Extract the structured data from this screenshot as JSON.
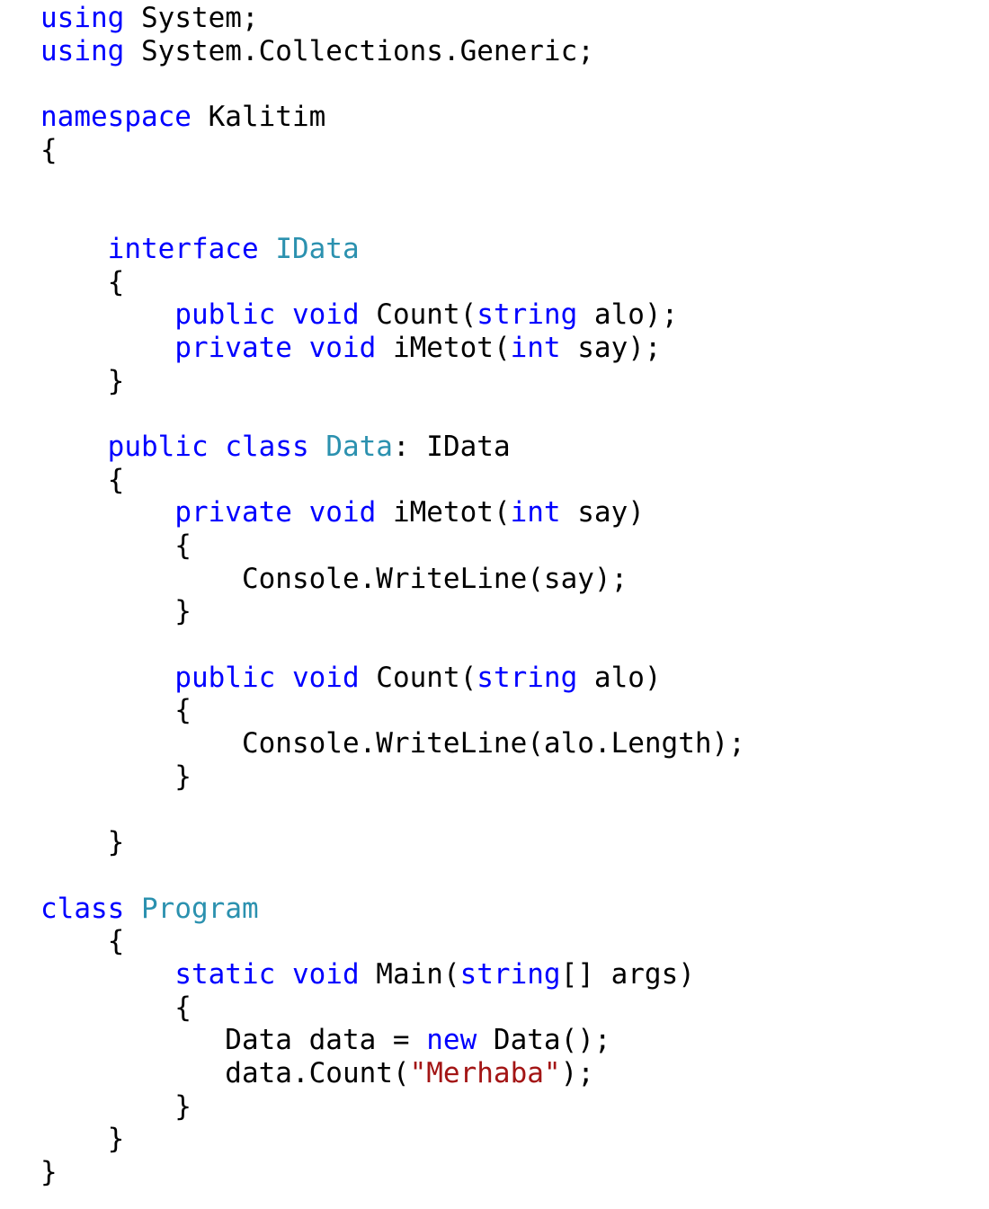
{
  "colors": {
    "keyword": "#0000ff",
    "type": "#2b91af",
    "string": "#a31515",
    "plain": "#000000"
  },
  "code_lines": [
    [
      [
        "k",
        "using"
      ],
      [
        "p",
        " System;"
      ]
    ],
    [
      [
        "k",
        "using"
      ],
      [
        "p",
        " System.Collections.Generic;"
      ]
    ],
    [],
    [
      [
        "k",
        "namespace"
      ],
      [
        "p",
        " Kalitim"
      ]
    ],
    [
      [
        "p",
        "{"
      ]
    ],
    [],
    [],
    [
      [
        "p",
        "    "
      ],
      [
        "k",
        "interface"
      ],
      [
        "p",
        " "
      ],
      [
        "t",
        "IData"
      ]
    ],
    [
      [
        "p",
        "    {"
      ]
    ],
    [
      [
        "p",
        "        "
      ],
      [
        "k",
        "public"
      ],
      [
        "p",
        " "
      ],
      [
        "k",
        "void"
      ],
      [
        "p",
        " Count("
      ],
      [
        "k",
        "string"
      ],
      [
        "p",
        " alo);"
      ]
    ],
    [
      [
        "p",
        "        "
      ],
      [
        "k",
        "private"
      ],
      [
        "p",
        " "
      ],
      [
        "k",
        "void"
      ],
      [
        "p",
        " iMetot("
      ],
      [
        "k",
        "int"
      ],
      [
        "p",
        " say);"
      ]
    ],
    [
      [
        "p",
        "    }"
      ]
    ],
    [],
    [
      [
        "p",
        "    "
      ],
      [
        "k",
        "public"
      ],
      [
        "p",
        " "
      ],
      [
        "k",
        "class"
      ],
      [
        "p",
        " "
      ],
      [
        "t",
        "Data"
      ],
      [
        "p",
        ": IData"
      ]
    ],
    [
      [
        "p",
        "    {"
      ]
    ],
    [
      [
        "p",
        "        "
      ],
      [
        "k",
        "private"
      ],
      [
        "p",
        " "
      ],
      [
        "k",
        "void"
      ],
      [
        "p",
        " iMetot("
      ],
      [
        "k",
        "int"
      ],
      [
        "p",
        " say)"
      ]
    ],
    [
      [
        "p",
        "        {"
      ]
    ],
    [
      [
        "p",
        "            Console.WriteLine(say);"
      ]
    ],
    [
      [
        "p",
        "        }"
      ]
    ],
    [],
    [
      [
        "p",
        "        "
      ],
      [
        "k",
        "public"
      ],
      [
        "p",
        " "
      ],
      [
        "k",
        "void"
      ],
      [
        "p",
        " Count("
      ],
      [
        "k",
        "string"
      ],
      [
        "p",
        " alo)"
      ]
    ],
    [
      [
        "p",
        "        {"
      ]
    ],
    [
      [
        "p",
        "            Console.WriteLine(alo.Length);"
      ]
    ],
    [
      [
        "p",
        "        }"
      ]
    ],
    [],
    [
      [
        "p",
        "    }"
      ]
    ],
    [],
    [
      [
        "k",
        "class"
      ],
      [
        "p",
        " "
      ],
      [
        "t",
        "Program"
      ]
    ],
    [
      [
        "p",
        "    {"
      ]
    ],
    [
      [
        "p",
        "        "
      ],
      [
        "k",
        "static"
      ],
      [
        "p",
        " "
      ],
      [
        "k",
        "void"
      ],
      [
        "p",
        " Main("
      ],
      [
        "k",
        "string"
      ],
      [
        "p",
        "[] args)"
      ]
    ],
    [
      [
        "p",
        "        {"
      ]
    ],
    [
      [
        "p",
        "           Data data = "
      ],
      [
        "k",
        "new"
      ],
      [
        "p",
        " Data();"
      ]
    ],
    [
      [
        "p",
        "           data.Count("
      ],
      [
        "s",
        "\"Merhaba\""
      ],
      [
        "p",
        ");"
      ]
    ],
    [
      [
        "p",
        "        }"
      ]
    ],
    [
      [
        "p",
        "    }"
      ]
    ],
    [
      [
        "p",
        "}"
      ]
    ]
  ]
}
